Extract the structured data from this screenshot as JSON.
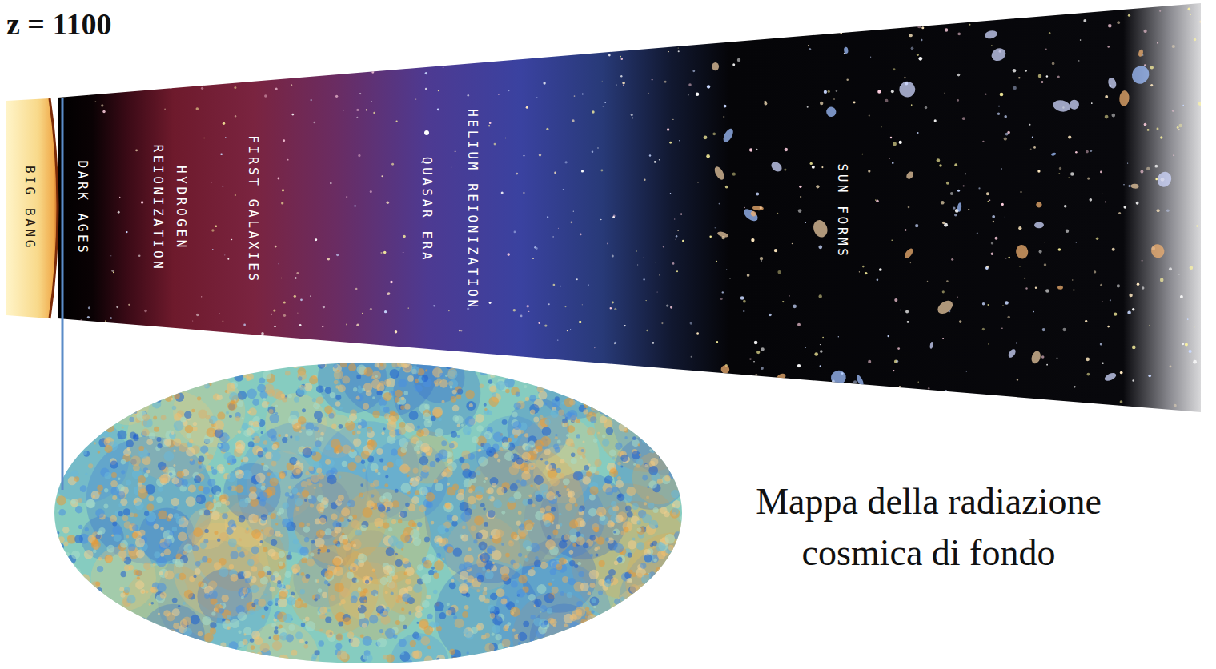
{
  "diagram": {
    "caption": "Mappa della radiazione cosmica di fondo",
    "labels": [
      "z = 1100",
      "BIG BANG",
      "DARK AGES",
      "HYDROGEN REIONIZATION",
      "FIRST GALAXIES",
      "HELIUM REIONIZATION",
      "QUASAR ERA",
      "SUN FORMS"
    ]
  }
}
